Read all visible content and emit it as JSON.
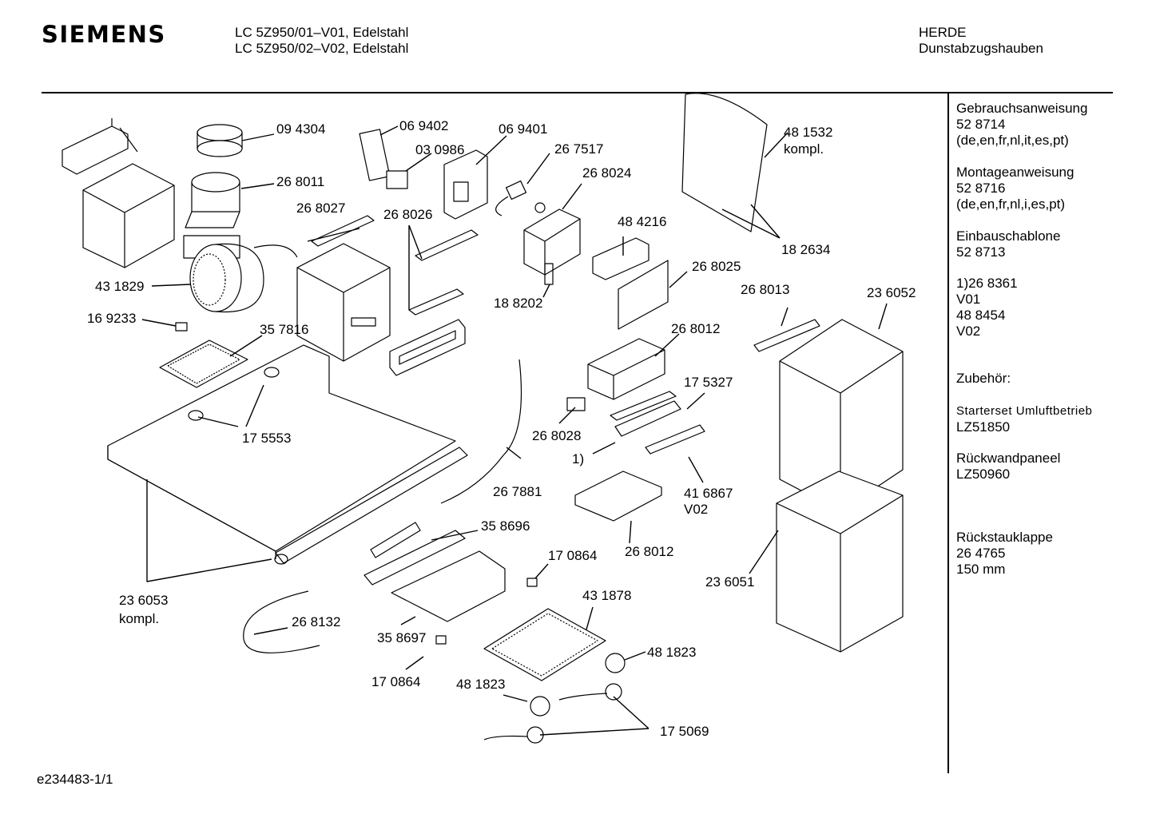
{
  "brand": "SIEMENS",
  "models": [
    "LC 5Z950/01–V01, Edelstahl",
    "LC 5Z950/02–V02, Edelstahl"
  ],
  "category": [
    "HERDE",
    "Dunstabzugshauben"
  ],
  "sidebar": {
    "manual": [
      "Gebrauchsanweisung",
      "52 8714",
      "(de,en,fr,nl,it,es,pt)"
    ],
    "mounting": [
      "Montageanweisung",
      "52 8716",
      "(de,en,fr,nl,i,es,pt)"
    ],
    "template": [
      "Einbauschablone",
      "52 8713"
    ],
    "note": [
      "1)26 8361",
      "V01",
      "48 8454",
      "V02"
    ],
    "accessories": "Zubehör:",
    "starter": [
      "Starterset  Umluftbetrieb",
      "LZ51850"
    ],
    "panel": [
      "Rückwandpaneel",
      "LZ50960"
    ],
    "flap": [
      "Rückstauklappe",
      "26 4765",
      "150 mm"
    ]
  },
  "parts": {
    "p094304": "09 4304",
    "p268011": "26 8011",
    "p069402": "06 9402",
    "p030986": "03 0986",
    "p069401": "06 9401",
    "p267517": "26 7517",
    "p268024": "26 8024",
    "p481532": [
      "48 1532",
      "kompl."
    ],
    "p268027": "26 8027",
    "p268026": "26 8026",
    "p484216": "48 4216",
    "p182634": "18 2634",
    "p268025": "26 8025",
    "p431829": "43 1829",
    "p182202": "18 8202",
    "p268013": "26 8013",
    "p236052": "23 6052",
    "p169233": "16 9233",
    "p357816": "35 7816",
    "p268012a": "26 8012",
    "p175327": "17 5327",
    "p268028": "26 8028",
    "p175553": "17 5553",
    "p1": "1)",
    "p416867": [
      "41 6867",
      "V02"
    ],
    "p267881": "26 7881",
    "p358696": "35 8696",
    "p268012b": "26 8012",
    "p170864a": "17 0864",
    "p236051": "23 6051",
    "p431878": "43 1878",
    "p236053": [
      "23 6053",
      "kompl."
    ],
    "p268132": "26 8132",
    "p358697": "35 8697",
    "p481823a": "48 1823",
    "p170864b": "17 0864",
    "p481823b": "48 1823",
    "p175069": "17 5069"
  },
  "footer": "e234483-1/1"
}
